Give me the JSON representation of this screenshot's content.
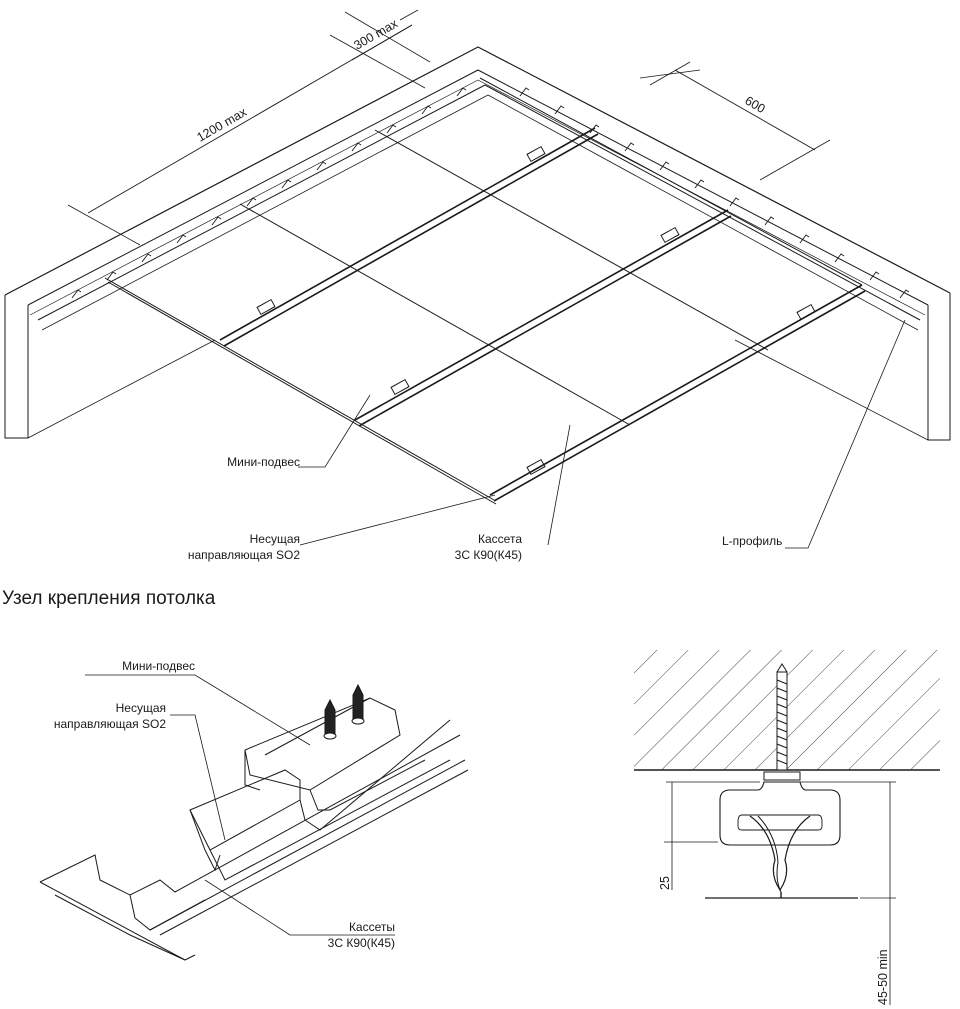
{
  "heading": "Узел крепления потолка",
  "top_drawing": {
    "dim_1200": "1200 max",
    "dim_300": "300 max",
    "dim_600": "600",
    "label_mini_podves": "Мини-подвес",
    "label_nesushaya_line1": "Несущая",
    "label_nesushaya_line2": "направляющая SO2",
    "label_kasseta_line1": "Кассета",
    "label_kasseta_line2": "3С К90(К45)",
    "label_l_profile": "L-профиль"
  },
  "detail_drawing": {
    "label_mini_podves": "Мини-подвес",
    "label_nesushaya_line1": "Несущая",
    "label_nesushaya_line2": "направляющая SO2",
    "label_kassety_line1": "Кассеты",
    "label_kassety_line2": "3С К90(К45)"
  },
  "section_drawing": {
    "dim_25": "25",
    "dim_45_50": "45-50 min"
  }
}
